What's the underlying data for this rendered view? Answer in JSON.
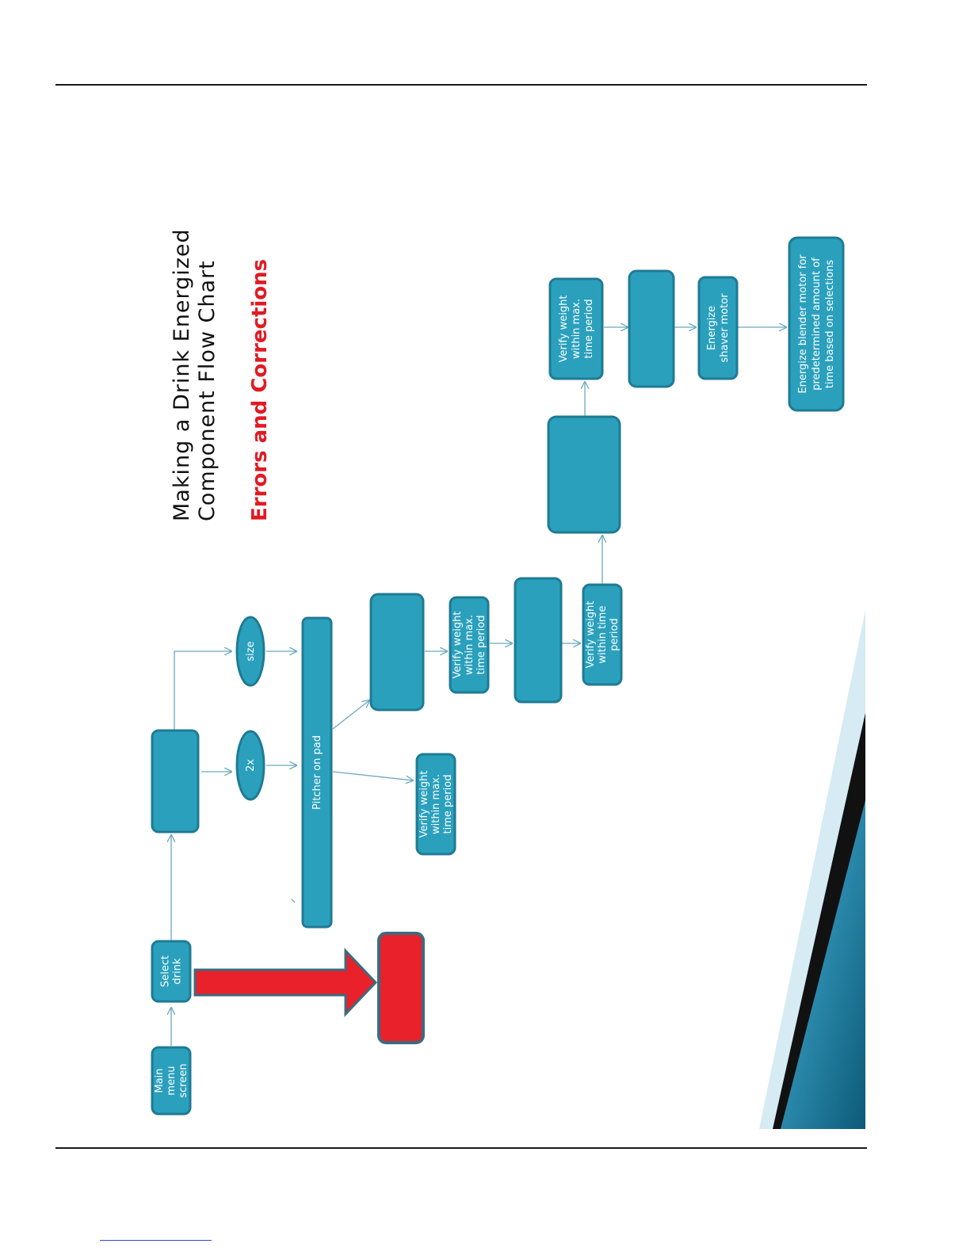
{
  "title_lines": [
    "Making a Drink Energized",
    "Component Flow Chart"
  ],
  "subtitle": "Errors and Corrections",
  "colors": {
    "node_fill": "#2aa0bd",
    "node_stroke": "#1f7b93",
    "connector": "#6aa9bd",
    "error_red": "#e8212a",
    "error_red_stroke": "#3c6b80",
    "rule": "#1a1a1a",
    "link_line": "#2b4cd9"
  },
  "nodes": {
    "main_menu": [
      "Main",
      "menu",
      "screen"
    ],
    "select_drink": [
      "Select",
      "drink"
    ],
    "unlabeled_top": [],
    "two_x": [
      "2x"
    ],
    "size": [
      "size"
    ],
    "pitcher": [
      "Pitcher on pad"
    ],
    "verify_a": [
      "Verify weight",
      "within max.",
      "time  period"
    ],
    "unlabeled_mid": [],
    "verify_b": [
      "Verify weight",
      "within max.",
      "time period"
    ],
    "unlabeled_tall": [],
    "verify_c": [
      "Verify weight",
      "within time",
      "period"
    ],
    "unlabeled_big": [],
    "verify_d": [
      "Verify weight",
      "within max.",
      "time period"
    ],
    "unlabeled_right": [],
    "energize_shaver": [
      "Energize",
      "shaver motor"
    ],
    "energize_blender": [
      "Energize blender motor for",
      "predetermined amount of",
      "time based on selections"
    ],
    "error_box": []
  }
}
